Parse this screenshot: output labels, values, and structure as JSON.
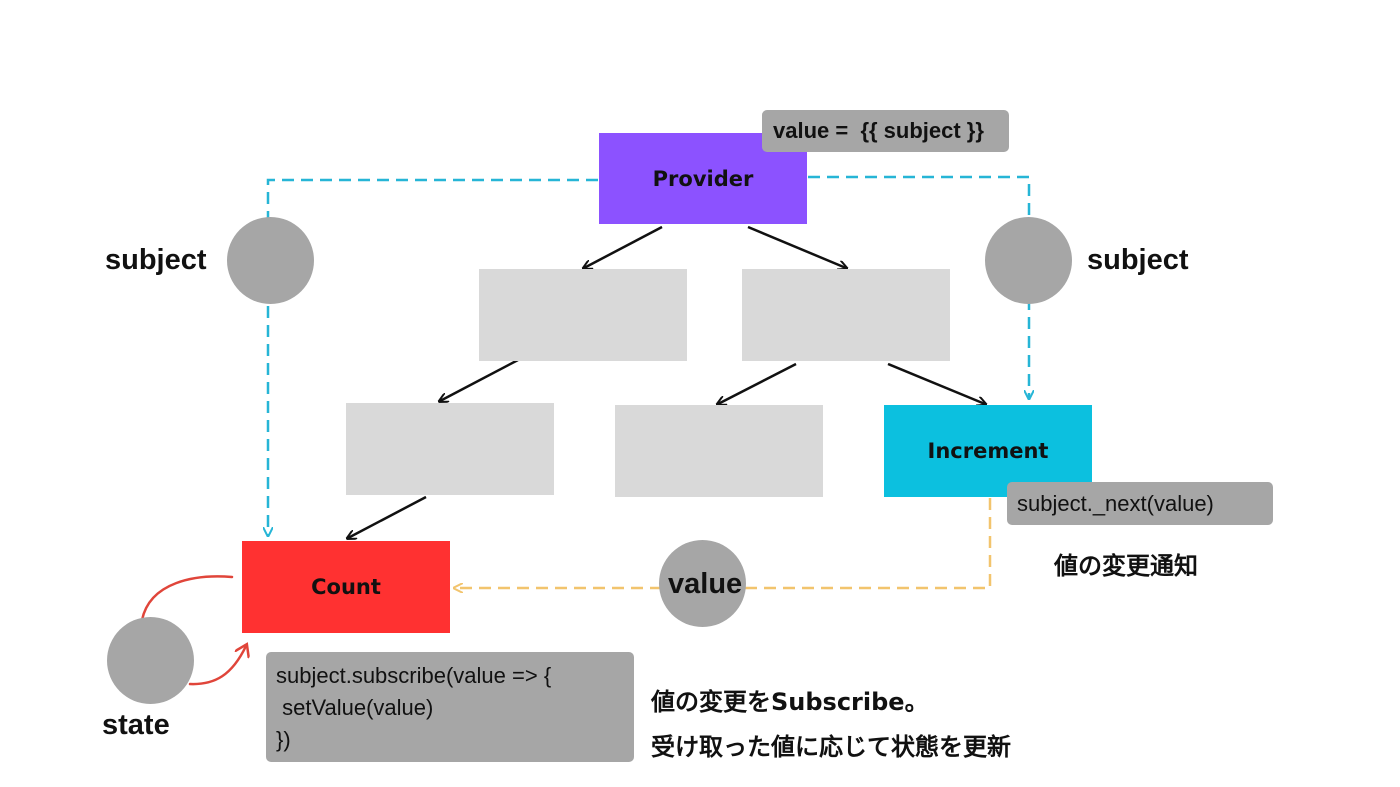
{
  "nodes": {
    "provider": "Provider",
    "increment": "Increment",
    "count": "Count"
  },
  "labels": {
    "subject_left": "subject",
    "subject_right": "subject",
    "value": "value",
    "state": "state"
  },
  "code": {
    "provider_value": "value =  {{ subject }}",
    "increment_next": "subject._next(value)",
    "count_subscribe": "subject.subscribe(value => {\n setValue(value)\n})"
  },
  "notes": {
    "change_notify": "値の変更通知",
    "subscribe_line1": "値の変更をSubscribe。",
    "subscribe_line2": "受け取った値に応じて状態を更新"
  },
  "colors": {
    "provider": "#8c52ff",
    "increment": "#0cc0df",
    "count": "#ff3131",
    "placeholder": "#d9d9d9",
    "circle": "#a6a6a6",
    "code_box": "#a6a6a6",
    "subject_line": "#26b5d6",
    "value_line": "#f2c46d",
    "tree_arrow": "#111111",
    "state_arrow": "#e0453a"
  }
}
